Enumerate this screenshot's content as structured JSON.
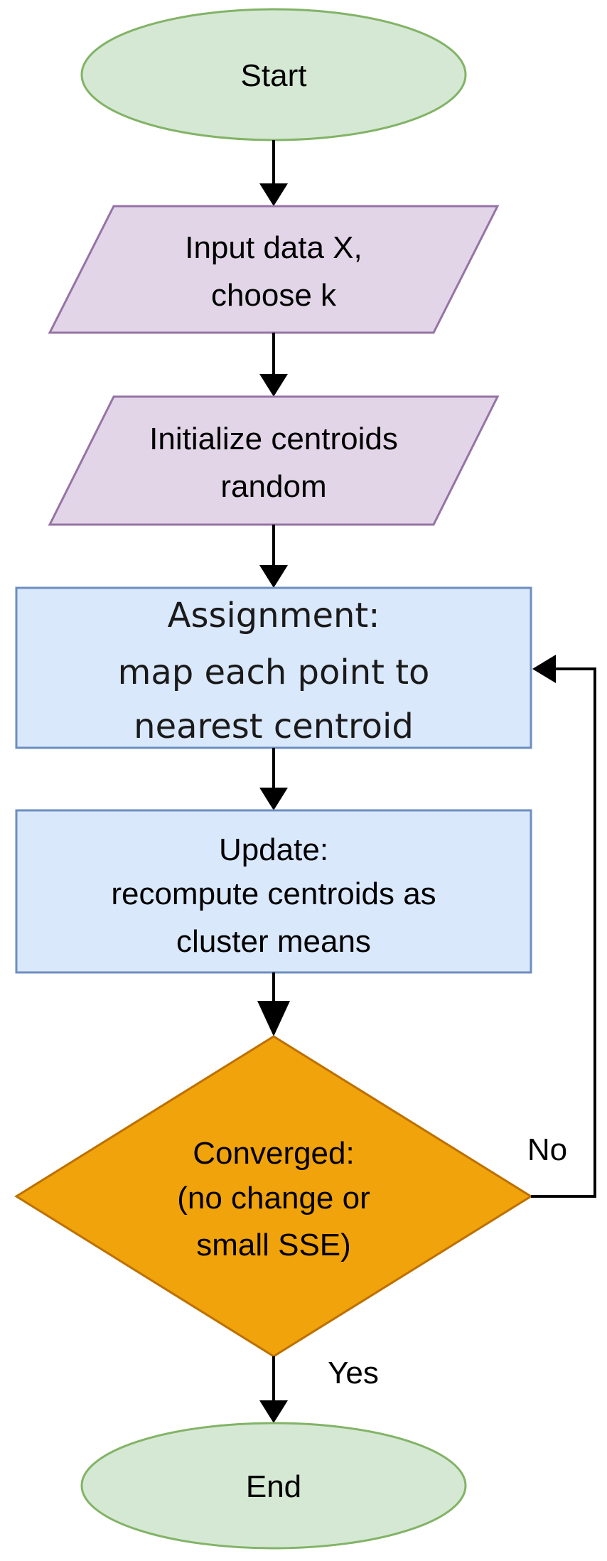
{
  "flowchart": {
    "start": {
      "label": "Start"
    },
    "input": {
      "line1": "Input data X,",
      "line2": "choose k"
    },
    "init": {
      "line1": "Initialize centroids",
      "line2": "random"
    },
    "assignment": {
      "line1": "Assignment:",
      "line2": "map each point to",
      "line3": "nearest centroid"
    },
    "update": {
      "line1": "Update:",
      "line2": "recompute centroids as",
      "line3": "cluster means"
    },
    "decision": {
      "line1": "Converged:",
      "line2": "(no change or",
      "line3": "small SSE)"
    },
    "edge_no": {
      "label": "No"
    },
    "edge_yes": {
      "label": "Yes"
    },
    "end": {
      "label": "End"
    }
  },
  "colors": {
    "terminal_fill": "#d5e8d4",
    "terminal_stroke": "#82b366",
    "io_fill": "#e1d5e7",
    "io_stroke": "#9673a6",
    "process_fill": "#dae8fc",
    "process_stroke": "#6c8ebf",
    "decision_fill": "#f0a30a",
    "decision_stroke": "#bd7000",
    "edge": "#000000"
  }
}
